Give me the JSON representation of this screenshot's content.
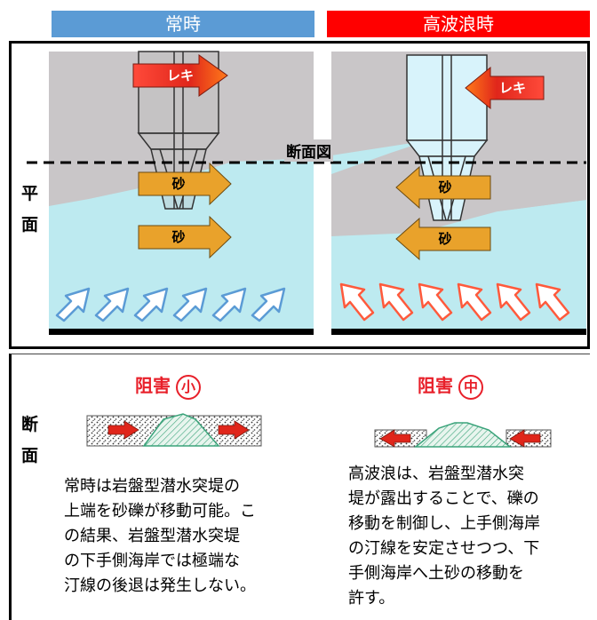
{
  "header": {
    "normal": "常時",
    "storm": "高波浪時"
  },
  "plan_label": [
    "平",
    "面"
  ],
  "section_label": [
    "断",
    "面"
  ],
  "section_line_label": "断面図",
  "arrows": {
    "gravel": "レキ",
    "sand": "砂"
  },
  "normal": {
    "hazard": "阻害",
    "hazard_level": "小",
    "description": [
      "常時は岩盤型潜水突堤の",
      "上端を砂礫が移動可能。こ",
      "の結果、岩盤型潜水突堤",
      "の下手側海岸では極端な",
      "汀線の後退は発生しない。"
    ]
  },
  "storm": {
    "hazard": "阻害",
    "hazard_level": "中",
    "description": [
      "高波浪は、岩盤型潜水突",
      "堤が露出することで、礫の",
      "移動を制御し、上手側海岸",
      "の汀線を安定させつつ、下",
      "手側海岸へ土砂の移動を",
      "許す。"
    ]
  },
  "colors": {
    "header_normal": "#5b9bd5",
    "header_storm": "#ff0000",
    "sea": "#bdeaf0",
    "land": "#c9c6c8",
    "sand_arrow": "#e9a22b",
    "gravel_arrow": "#e0261b",
    "wave_normal": "#5b9bd5",
    "wave_storm": "#ff5a3c",
    "hazard_text": "#e8202a"
  }
}
